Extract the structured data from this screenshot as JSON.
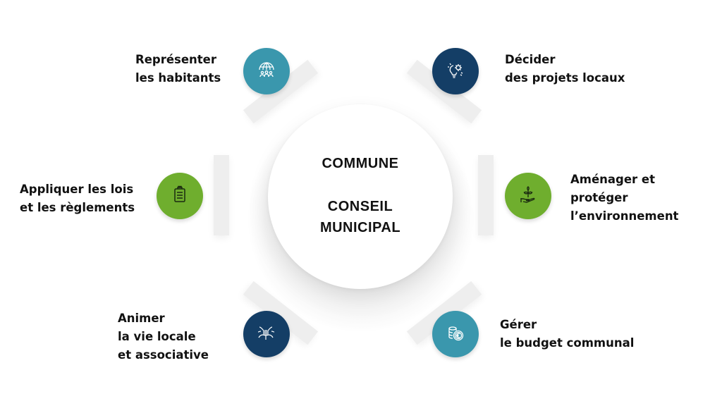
{
  "center": {
    "title": "COMMUNE",
    "subtitle": "CONSEIL\nMUNICIPAL"
  },
  "colors": {
    "teal": "#3a97ad",
    "navy": "#143e66",
    "green": "#6fae2e",
    "bar": "#eeeeee"
  },
  "items": [
    {
      "label": "Représenter\nles habitants",
      "icon": "globe-people-icon",
      "color": "teal"
    },
    {
      "label": "Décider\ndes projets locaux",
      "icon": "lightbulb-gears-icon",
      "color": "navy"
    },
    {
      "label": "Appliquer les lois\net les règlements",
      "icon": "clipboard-icon",
      "color": "green"
    },
    {
      "label": "Aménager et\nprotéger\nl’environnement",
      "icon": "hand-plant-icon",
      "color": "green"
    },
    {
      "label": "Animer\nla vie locale\net associative",
      "icon": "joined-hands-icon",
      "color": "navy"
    },
    {
      "label": "Gérer\nle budget communal",
      "icon": "euro-coins-icon",
      "color": "teal"
    }
  ]
}
